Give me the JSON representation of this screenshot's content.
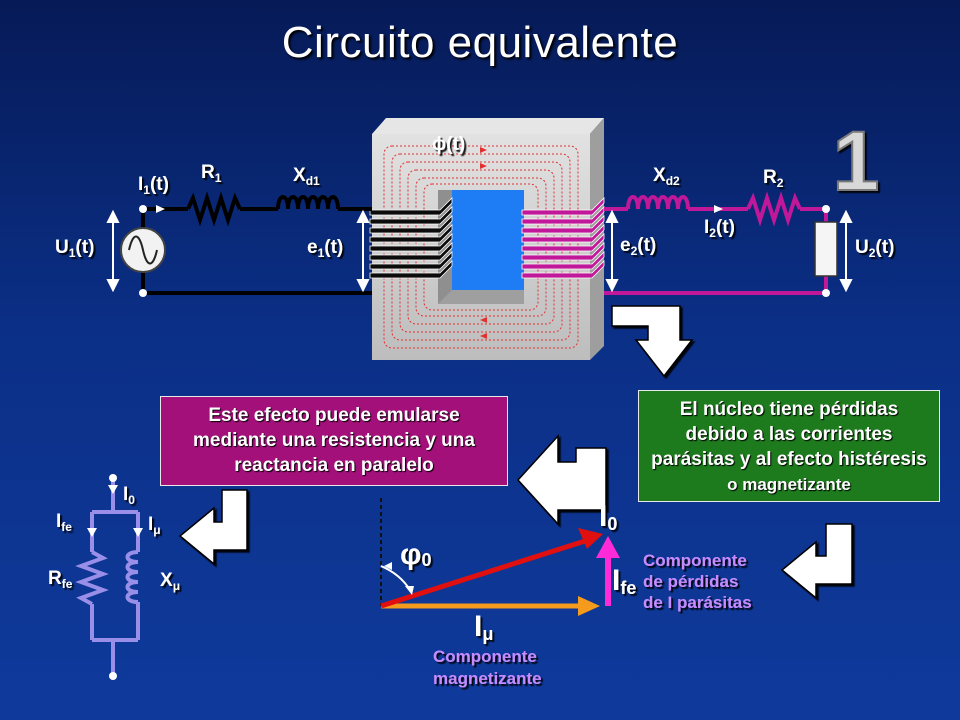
{
  "title": "Circuito equivalente",
  "slide_number": "1",
  "circuit": {
    "flux": "ϕ(t)",
    "R1": {
      "base": "R",
      "sub": "1"
    },
    "Xd1": {
      "base": "X",
      "sub": "d1"
    },
    "Xd2": {
      "base": "X",
      "sub": "d2"
    },
    "R2": {
      "base": "R",
      "sub": "2"
    },
    "I1": {
      "base": "I",
      "sub": "1",
      "suffix": "(t)"
    },
    "I2": {
      "base": "I",
      "sub": "2",
      "suffix": "(t)"
    },
    "U1": {
      "base": "U",
      "sub": "1",
      "suffix": "(t)"
    },
    "U2": {
      "base": "U",
      "sub": "2",
      "suffix": "(t)"
    },
    "e1": {
      "base": "e",
      "sub": "1",
      "suffix": "(t)"
    },
    "e2": {
      "base": "e",
      "sub": "2",
      "suffix": "(t)"
    }
  },
  "callout_left": "Este efecto puede emularse mediante una resistencia y una reactancia en paralelo",
  "callout_right": {
    "text": "El núcleo tiene pérdidas debido a las corrientes parásitas y al efecto histéresis",
    "small": "o magnetizante"
  },
  "branch": {
    "I0": {
      "base": "I",
      "sub": "0"
    },
    "Ife": {
      "base": "I",
      "sub": "fe"
    },
    "Imu": {
      "base": "I",
      "sub": "μ"
    },
    "Rfe": {
      "base": "R",
      "sub": "fe"
    },
    "Xmu": {
      "base": "X",
      "sub": "μ"
    }
  },
  "phasor": {
    "phi0": {
      "base": "φ",
      "sub": "0"
    },
    "I0": {
      "base": "I",
      "sub": "0"
    },
    "Ife": {
      "base": "I",
      "sub": "fe"
    },
    "Imu": {
      "base": "I",
      "sub": "μ"
    },
    "label_losses": [
      "Componente",
      "de pérdidas",
      "de I parásitas"
    ],
    "label_magnet": [
      "Componente",
      "magnetizante"
    ]
  },
  "colors": {
    "primary_wire": "#000000",
    "secondary_wire": "#c1189a",
    "core": "#c8c8c8",
    "branch": "#9a8fe8",
    "i0_vector": "#e01010",
    "imu_vector": "#f49a1c",
    "ife_vector": "#ff2ad8",
    "left_box": "#a3107a",
    "right_box": "#1d7a1d"
  }
}
